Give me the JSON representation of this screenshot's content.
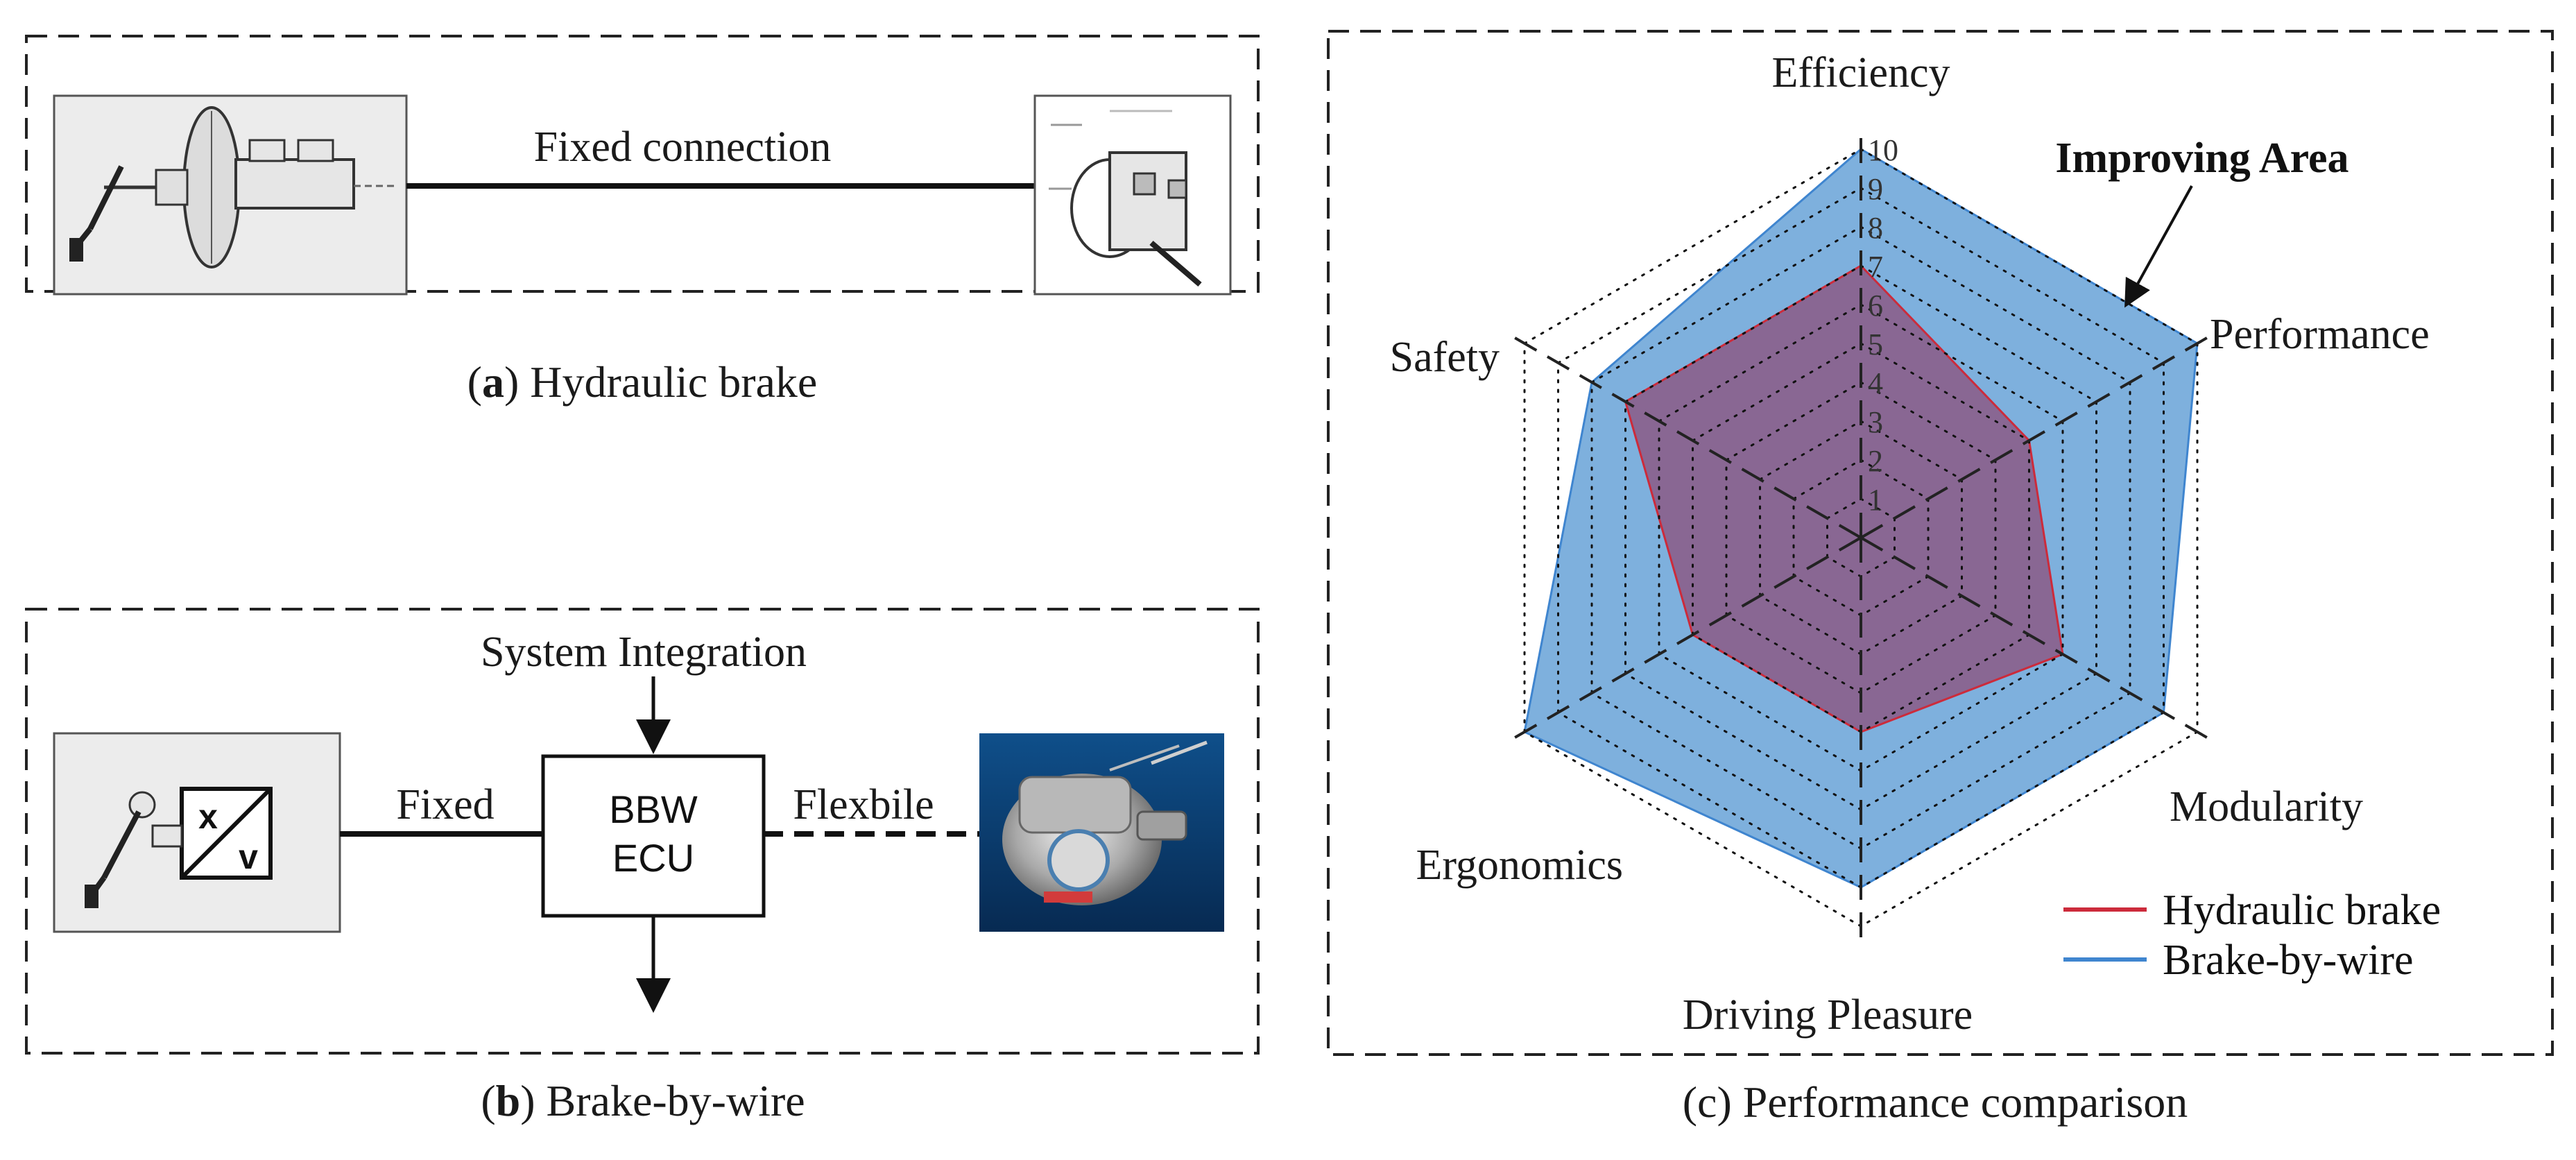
{
  "panel_a": {
    "caption_letter": "a",
    "caption_text": " Hydraulic brake",
    "connection_label": "Fixed connection"
  },
  "panel_b": {
    "caption_letter": "b",
    "caption_text": " Brake-by-wire",
    "integration_label": "System Integration",
    "fixed_label": "Fixed",
    "flexible_label": "Flexbile",
    "ecu_line1": "BBW",
    "ecu_line2": "ECU",
    "sensor_x": "x",
    "sensor_v": "v"
  },
  "panel_c": {
    "caption": "(c) Performance comparison",
    "annotation": "Improving Area",
    "legend_position": "bottom-right"
  },
  "colors": {
    "hydraulic_fill": "#8b5a86",
    "hydraulic_line": "#cc2b3b",
    "bbw_fill": "#5a9ad4",
    "bbw_line": "#3f85cf"
  },
  "chart_data": {
    "type": "radar",
    "axes": [
      "Efficiency",
      "Performance",
      "Modularity",
      "Driving Pleasure",
      "Ergonomics",
      "Safety"
    ],
    "rlim": [
      0,
      10
    ],
    "ticks": [
      "1",
      "2",
      "3",
      "4",
      "5",
      "6",
      "7",
      "8",
      "9",
      "10"
    ],
    "series": [
      {
        "name": "Hydraulic brake",
        "values": [
          7,
          5,
          6,
          5,
          5,
          7
        ]
      },
      {
        "name": "Brake-by-wire",
        "values": [
          10,
          10,
          9,
          9,
          10,
          8
        ]
      }
    ]
  }
}
